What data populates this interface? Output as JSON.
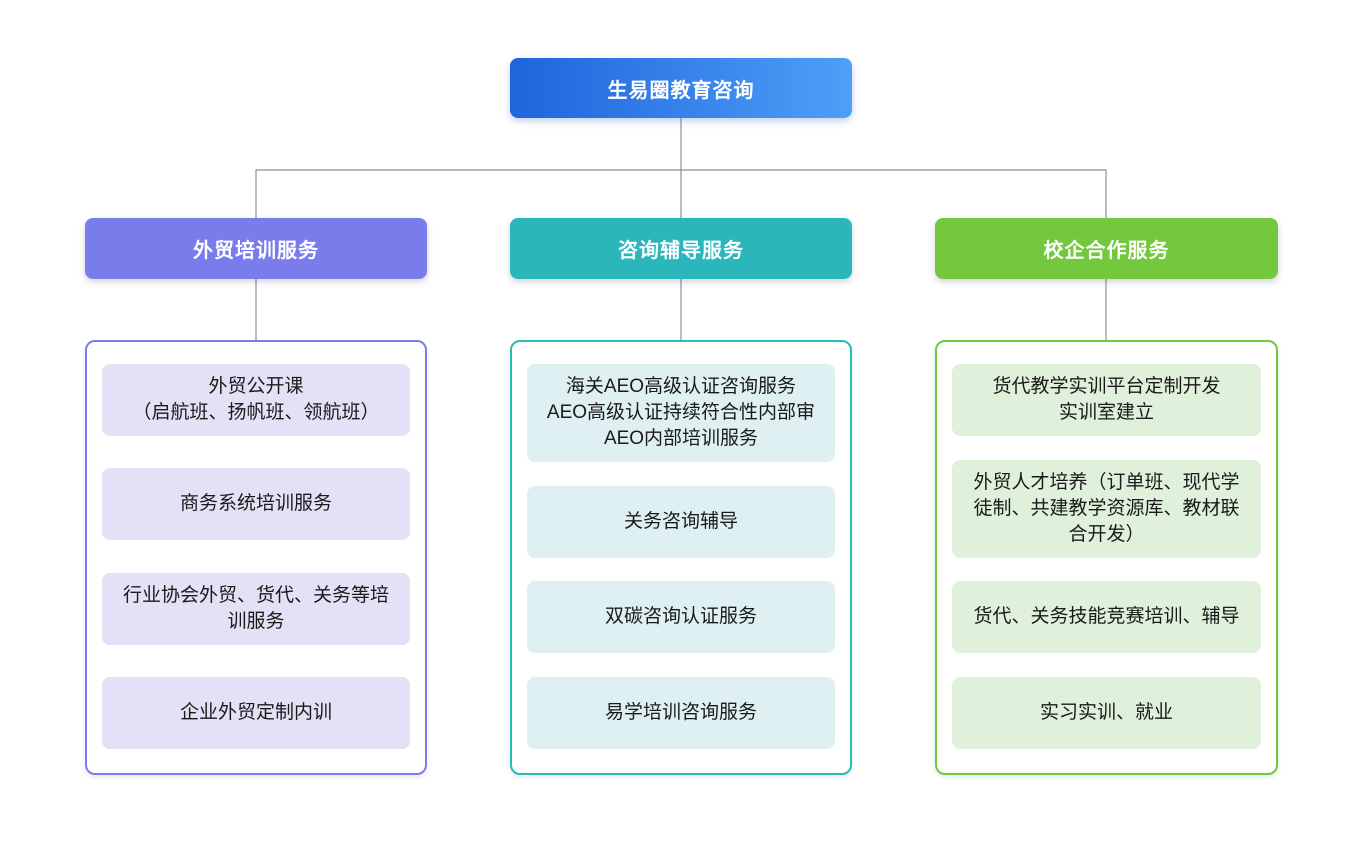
{
  "root": {
    "label": "生易圈教育咨询",
    "gradient_start": "#1f64dc",
    "gradient_end": "#4d9ff7"
  },
  "colors": {
    "background": "#ffffff",
    "connector": "#8a919c",
    "header_text": "#ffffff",
    "item_text": "#1a1a1a"
  },
  "branches": [
    {
      "label": "外贸培训服务",
      "colors": {
        "header": "#7b7cec",
        "border": "#7b7cf0",
        "item_bg": "#e4e0f6"
      },
      "items": [
        {
          "lines": [
            "外贸公开课",
            "（启航班、扬帆班、领航班）"
          ]
        },
        {
          "lines": [
            "商务系统培训服务"
          ]
        },
        {
          "lines": [
            "行业协会外贸、货代、关务等培训服务"
          ]
        },
        {
          "lines": [
            "企业外贸定制内训"
          ]
        }
      ]
    },
    {
      "label": "咨询辅导服务",
      "colors": {
        "header": "#2ab6bb",
        "border": "#26bdb8",
        "item_bg": "#def0f2"
      },
      "items": [
        {
          "lines": [
            "海关AEO高级认证咨询服务",
            "AEO高级认证持续符合性内部审",
            "AEO内部培训服务"
          ]
        },
        {
          "lines": [
            "关务咨询辅导"
          ]
        },
        {
          "lines": [
            "双碳咨询认证服务"
          ]
        },
        {
          "lines": [
            "易学培训咨询服务"
          ]
        }
      ]
    },
    {
      "label": "校企合作服务",
      "colors": {
        "header": "#74c83e",
        "border": "#6fc93c",
        "item_bg": "#e0f1db"
      },
      "items": [
        {
          "lines": [
            "货代教学实训平台定制开发",
            "实训室建立"
          ]
        },
        {
          "lines": [
            "外贸人才培养（订单班、现代学徒制、共建教学资源库、教材联合开发）"
          ]
        },
        {
          "lines": [
            "货代、关务技能竞赛培训、辅导"
          ]
        },
        {
          "lines": [
            "实习实训、就业"
          ]
        }
      ]
    }
  ]
}
